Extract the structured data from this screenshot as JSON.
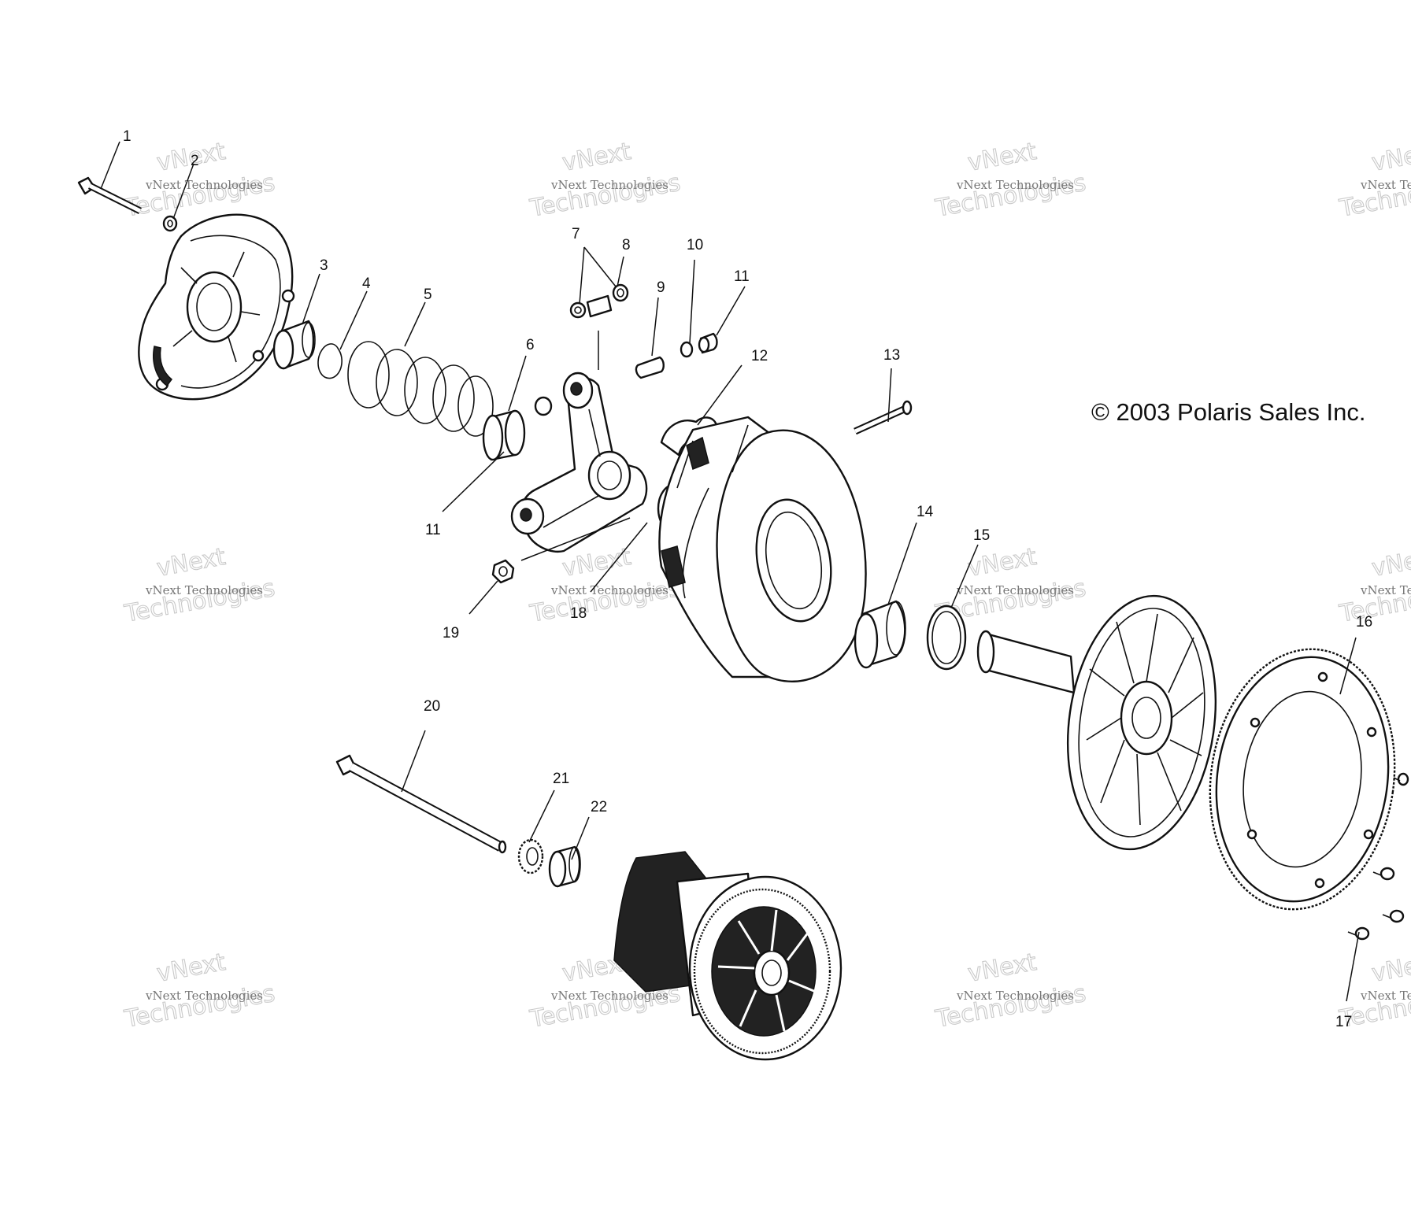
{
  "copyright": "© 2003 Polaris Sales Inc.",
  "watermark": {
    "line1": "vNext Technologies",
    "line2": "Technologies",
    "line3": "vNext"
  },
  "callouts": [
    {
      "id": "1",
      "label": "1"
    },
    {
      "id": "2",
      "label": "2"
    },
    {
      "id": "3",
      "label": "3"
    },
    {
      "id": "4",
      "label": "4"
    },
    {
      "id": "5",
      "label": "5"
    },
    {
      "id": "6",
      "label": "6"
    },
    {
      "id": "7",
      "label": "7"
    },
    {
      "id": "8",
      "label": "8"
    },
    {
      "id": "9",
      "label": "9"
    },
    {
      "id": "10",
      "label": "10"
    },
    {
      "id": "11a",
      "label": "11"
    },
    {
      "id": "11b",
      "label": "11"
    },
    {
      "id": "12",
      "label": "12"
    },
    {
      "id": "13",
      "label": "13"
    },
    {
      "id": "14",
      "label": "14"
    },
    {
      "id": "15",
      "label": "15"
    },
    {
      "id": "16",
      "label": "16"
    },
    {
      "id": "17",
      "label": "17"
    },
    {
      "id": "18",
      "label": "18"
    },
    {
      "id": "19",
      "label": "19"
    },
    {
      "id": "20",
      "label": "20"
    },
    {
      "id": "21",
      "label": "21"
    },
    {
      "id": "22",
      "label": "22"
    }
  ]
}
